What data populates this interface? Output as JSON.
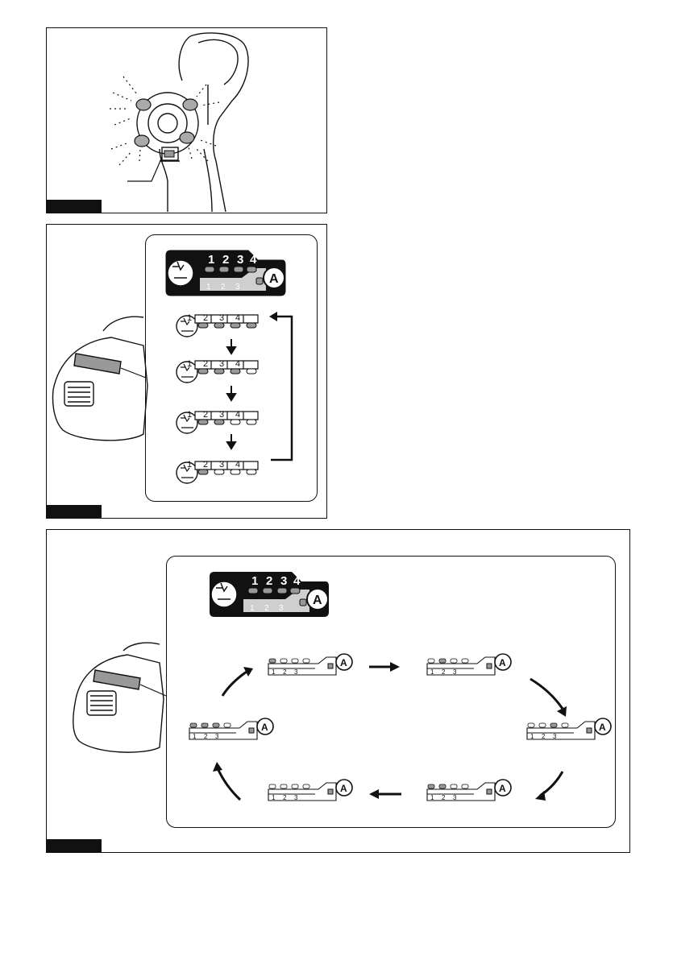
{
  "panel_big": {
    "top_digits": [
      "1",
      "2",
      "3",
      "4"
    ],
    "bottom_digits": [
      "1",
      "2",
      "3"
    ],
    "letter": "A"
  },
  "mini_strip": {
    "digits": [
      "1",
      "2",
      "3",
      "4"
    ]
  },
  "cycle_panel": {
    "digits": [
      "1",
      "2",
      "3"
    ],
    "letter": "A"
  },
  "colors": {
    "ink": "#111111",
    "led_lit": "#9a9a9a",
    "led_off": "#ffffff",
    "grey_band": "#cfcfcf"
  }
}
